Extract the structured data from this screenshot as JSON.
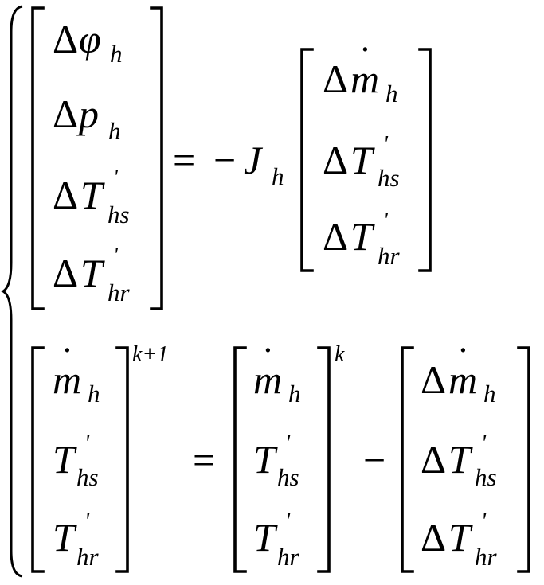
{
  "equation": {
    "delta": "Δ",
    "equals": "=",
    "minus": "−",
    "prime": "'",
    "phi": "φ",
    "p": "p",
    "T": "T",
    "m": "m",
    "dot": "˙",
    "J": "J",
    "sub_h": "h",
    "sub_hs": "hs",
    "sub_hr": "hr",
    "sup_k1": "k+1",
    "sup_k": "k"
  }
}
